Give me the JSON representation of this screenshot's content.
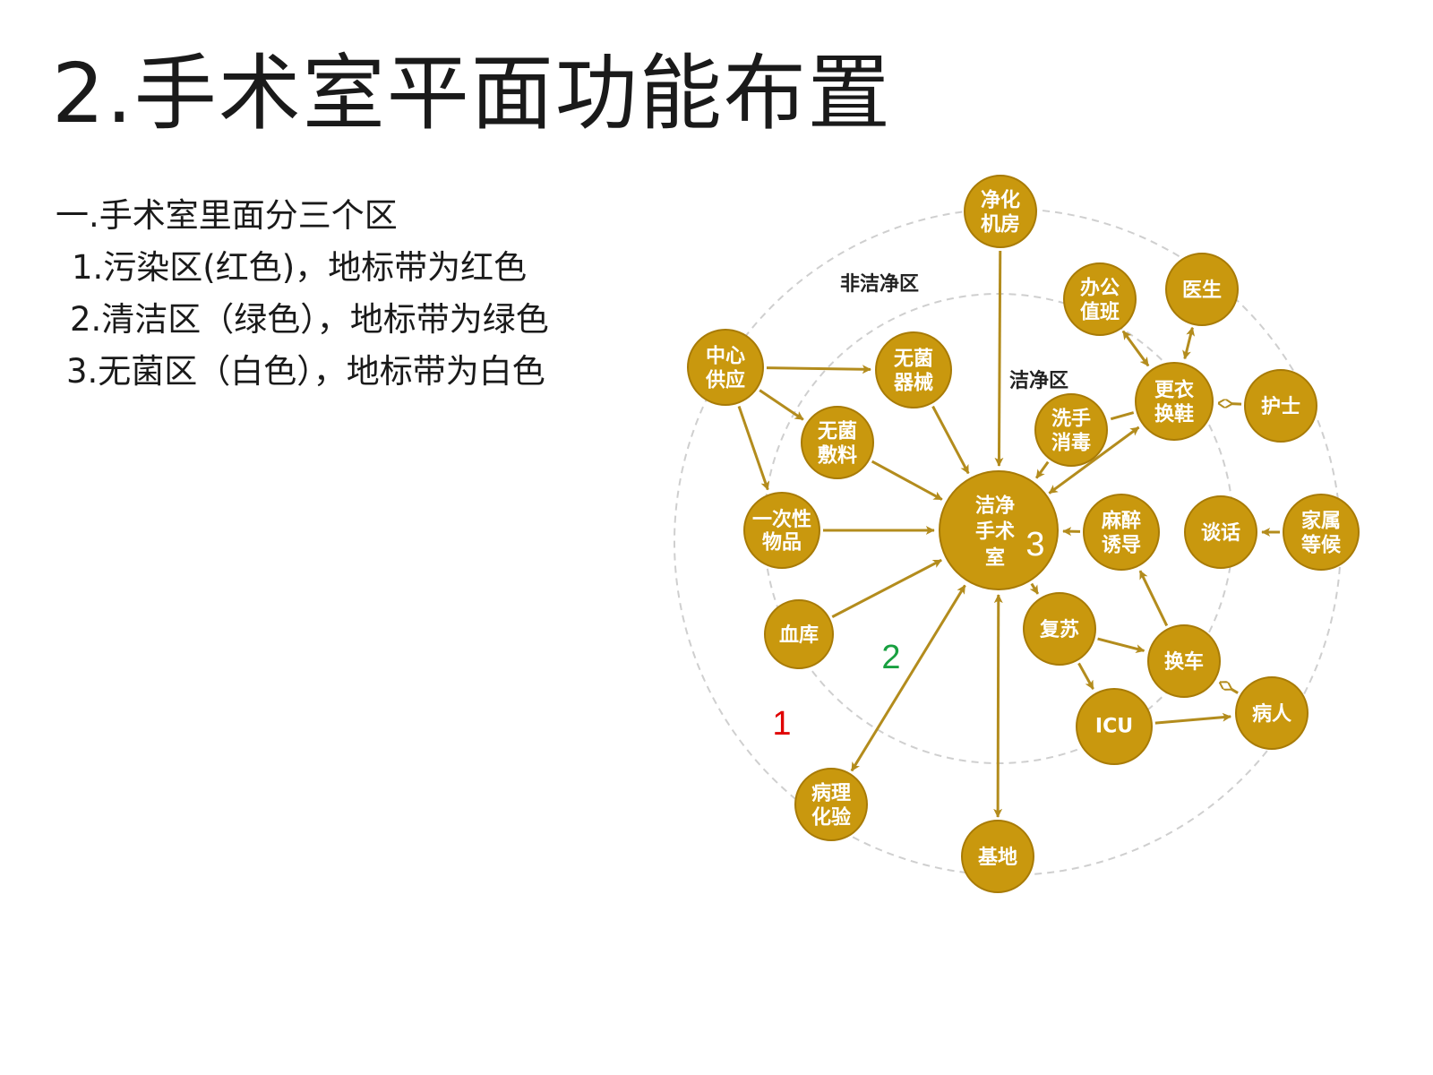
{
  "title": "2.手术室平面功能布置",
  "bullets": {
    "heading": "一.手术室里面分三个区",
    "items": [
      "1.污染区(红色)，地标带为红色",
      "2.清洁区（绿色），地标带为绿色",
      "3.无菌区（白色），地标带为白色"
    ]
  },
  "diagram": {
    "colors": {
      "node_fill": "#c9980e",
      "node_fill_dark": "#a87b06",
      "arrow": "#b38c1d",
      "ring": "#cfcfcf",
      "zone1": "#e00000",
      "zone2": "#18a040",
      "zone3": "#ffffff"
    },
    "zone_labels": {
      "outer": "非洁净区",
      "inner": "洁净区"
    },
    "zone_numbers": [
      "1",
      "2",
      "3"
    ],
    "nodes": [
      {
        "id": "center",
        "lines": [
          "洁净",
          "手术",
          "室"
        ]
      },
      {
        "id": "purify",
        "lines": [
          "净化",
          "机房"
        ]
      },
      {
        "id": "supply",
        "lines": [
          "中心",
          "供应"
        ]
      },
      {
        "id": "sterile_instr",
        "lines": [
          "无菌",
          "器械"
        ]
      },
      {
        "id": "sterile_dressing",
        "lines": [
          "无菌",
          "敷料"
        ]
      },
      {
        "id": "disposable",
        "lines": [
          "一次性",
          "物品"
        ]
      },
      {
        "id": "bloodbank",
        "lines": [
          "血库"
        ]
      },
      {
        "id": "pathology",
        "lines": [
          "病理",
          "化验"
        ]
      },
      {
        "id": "base",
        "lines": [
          "基地"
        ]
      },
      {
        "id": "office",
        "lines": [
          "办公",
          "值班"
        ]
      },
      {
        "id": "doctor",
        "lines": [
          "医生"
        ]
      },
      {
        "id": "changing",
        "lines": [
          "更衣",
          "换鞋"
        ]
      },
      {
        "id": "nurse",
        "lines": [
          "护士"
        ]
      },
      {
        "id": "scrub",
        "lines": [
          "洗手",
          "消毒"
        ]
      },
      {
        "id": "anesthesia",
        "lines": [
          "麻醉",
          "诱导"
        ]
      },
      {
        "id": "talk",
        "lines": [
          "谈话"
        ]
      },
      {
        "id": "family",
        "lines": [
          "家属",
          "等候"
        ]
      },
      {
        "id": "recovery",
        "lines": [
          "复苏"
        ]
      },
      {
        "id": "bedchange",
        "lines": [
          "换车"
        ]
      },
      {
        "id": "icu",
        "lines": [
          "ICU"
        ]
      },
      {
        "id": "patient",
        "lines": [
          "病人"
        ]
      }
    ],
    "links": [
      {
        "from": "purify",
        "to": "center",
        "kind": "arrow"
      },
      {
        "from": "supply",
        "to": "sterile_instr",
        "kind": "arrow"
      },
      {
        "from": "supply",
        "to": "sterile_dressing",
        "kind": "arrow"
      },
      {
        "from": "supply",
        "to": "disposable",
        "kind": "arrow"
      },
      {
        "from": "sterile_instr",
        "to": "center",
        "kind": "arrow"
      },
      {
        "from": "sterile_dressing",
        "to": "center",
        "kind": "arrow"
      },
      {
        "from": "disposable",
        "to": "center",
        "kind": "arrow"
      },
      {
        "from": "bloodbank",
        "to": "center",
        "kind": "arrow"
      },
      {
        "from": "pathology",
        "to": "center",
        "kind": "double"
      },
      {
        "from": "base",
        "to": "center",
        "kind": "double"
      },
      {
        "from": "office",
        "to": "changing",
        "kind": "double"
      },
      {
        "from": "doctor",
        "to": "changing",
        "kind": "double"
      },
      {
        "from": "nurse",
        "to": "changing",
        "kind": "diamond"
      },
      {
        "from": "changing",
        "to": "scrub",
        "kind": "line"
      },
      {
        "from": "scrub",
        "to": "center",
        "kind": "arrow"
      },
      {
        "from": "center",
        "to": "changing",
        "kind": "double"
      },
      {
        "from": "anesthesia",
        "to": "center",
        "kind": "arrow"
      },
      {
        "from": "family",
        "to": "talk",
        "kind": "arrow"
      },
      {
        "from": "center",
        "to": "recovery",
        "kind": "arrow"
      },
      {
        "from": "recovery",
        "to": "bedchange",
        "kind": "arrow"
      },
      {
        "from": "recovery",
        "to": "icu",
        "kind": "arrow"
      },
      {
        "from": "bedchange",
        "to": "anesthesia",
        "kind": "arrow"
      },
      {
        "from": "patient",
        "to": "bedchange",
        "kind": "diamond"
      },
      {
        "from": "icu",
        "to": "patient",
        "kind": "arrow"
      }
    ]
  }
}
